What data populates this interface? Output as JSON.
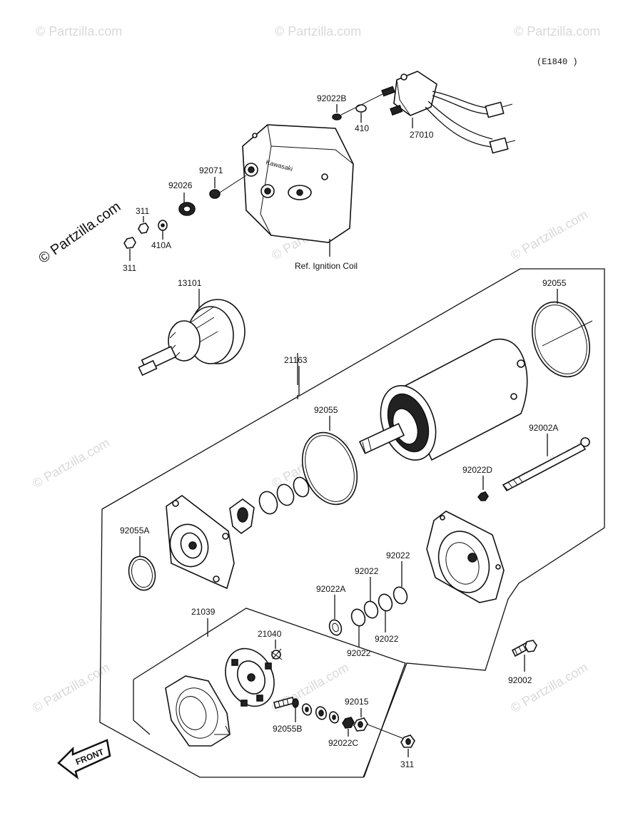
{
  "diagram_code": "(E1840 )",
  "ref_note": "Ref. Ignition Coil",
  "front_label": "FRONT",
  "watermark": "© Partzilla.com",
  "side_watermark": "© Partzilla.com",
  "parts": {
    "p92022B": "92022B",
    "p410": "410",
    "p27010": "27010",
    "p92071": "92071",
    "p92026": "92026",
    "p311a": "311",
    "p410A": "410A",
    "p311b": "311",
    "p13101": "13101",
    "p92055a": "92055",
    "p21163": "21163",
    "p92055b": "92055",
    "p92002A": "92002A",
    "p92022D": "92022D",
    "p92055A": "92055A",
    "p92022a": "92022",
    "p92022b": "92022",
    "p92022A": "92022A",
    "p92022c": "92022",
    "p92022d": "92022",
    "p21039": "21039",
    "p21040": "21040",
    "p92002": "92002",
    "p92015": "92015",
    "p92055B": "92055B",
    "p92022C": "92022C",
    "p311c": "311"
  }
}
